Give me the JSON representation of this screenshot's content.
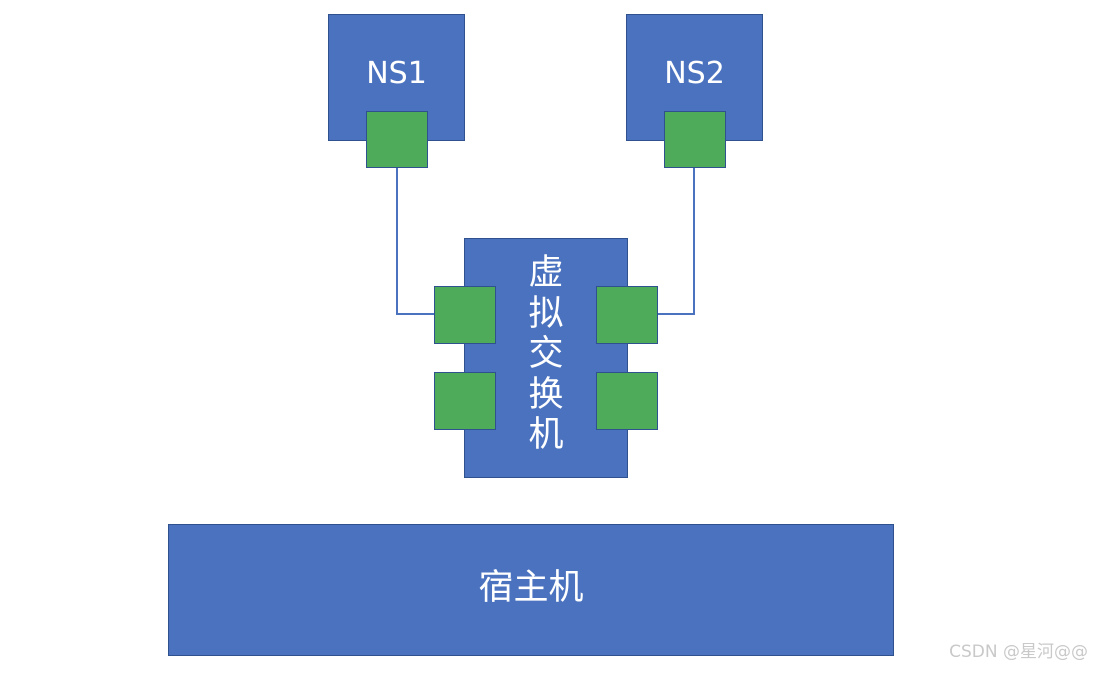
{
  "namespaces": [
    {
      "label": "NS1"
    },
    {
      "label": "NS2"
    }
  ],
  "virtual_switch": {
    "label_chars": [
      "虚",
      "拟",
      "交",
      "换",
      "机"
    ]
  },
  "host": {
    "label": "宿主机"
  },
  "watermark": "CSDN @星河@@",
  "colors": {
    "box_fill": "#4a72bf",
    "box_border": "#2f528f",
    "port_fill": "#4dab5a",
    "wire": "#4a72bf",
    "text": "#ffffff"
  }
}
